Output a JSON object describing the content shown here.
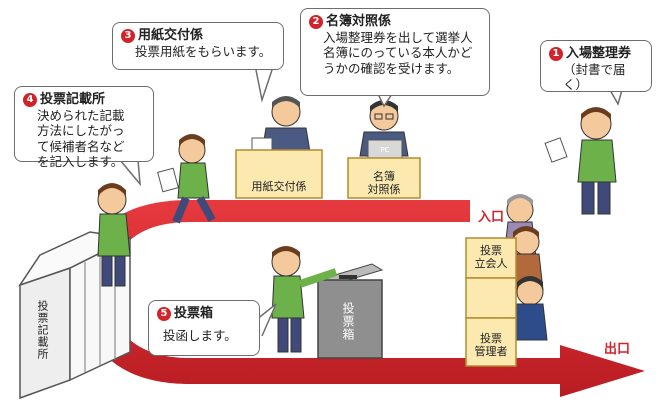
{
  "steps": [
    {
      "number": "1",
      "title": "入場整理券",
      "body": "（封書で届く）"
    },
    {
      "number": "2",
      "title": "名簿対照係",
      "body": "入場整理券を出して選挙人名簿にのっている本人かどうかの確認を受けます。"
    },
    {
      "number": "3",
      "title": "用紙交付係",
      "body": "投票用紙をもらいます。"
    },
    {
      "number": "4",
      "title": "投票記載所",
      "body": "決められた記載方法にしたがって候補者名などを記入します。"
    },
    {
      "number": "5",
      "title": "投票箱",
      "body": "投函します。"
    }
  ],
  "lines": {
    "step2": [
      "入場整理券を出して選挙人",
      "名簿にのっている本人かど",
      "うかの確認を受けます。"
    ],
    "step4": [
      "決められた記載",
      "方法にしたがっ",
      "て候補者名など",
      "を記入します。"
    ]
  },
  "desk_labels": {
    "issue": "用紙交付係",
    "roster": "名簿",
    "roster2": "対照係",
    "pc": "PC"
  },
  "booth_label": "投票記載所",
  "box_label": "投票箱",
  "signs": {
    "witness": [
      "投票",
      "立会人"
    ],
    "manager": [
      "投票",
      "管理者"
    ]
  },
  "arrows": {
    "entrance": "入口",
    "exit": "出口"
  },
  "colors": {
    "accent": "#d2232a",
    "arrow": "#d2232a",
    "desk": "#fbe9b0",
    "bubble_border": "#6d6d6d"
  }
}
